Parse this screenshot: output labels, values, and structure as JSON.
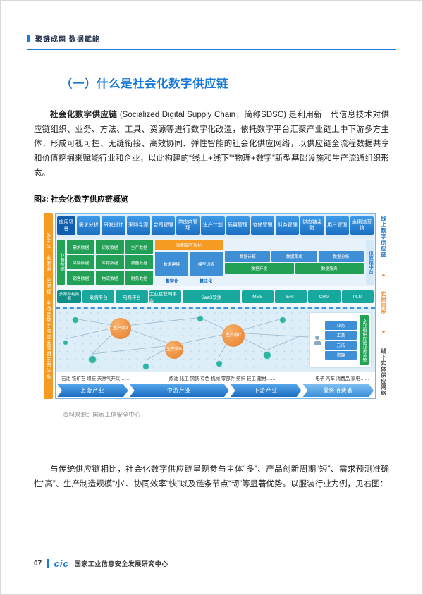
{
  "header": {
    "tagline": "聚链成网 数据赋能"
  },
  "title": "（一）什么是社会化数字供应链",
  "intro": {
    "lead": "社会化数字供应链",
    "text": " (Socialized Digital Supply Chain，简称SDSC) 是利用新一代信息技术对供应链组织、业务、方法、工具、资源等进行数字化改造，依托数字平台汇聚产业链上中下游多方主体，形成可视可控、无缝衔接、高效协同、弹性智能的社会化供应网络，以供应链全流程数据共享和价值挖掘来赋能行业和企业，以此构建的“线上+线下”“物理+数字”新型基础设施和生产流通组织形态。"
  },
  "figure": {
    "caption": "图3: 社会化数字供应链概览",
    "source": "资料来源：国家工信安全中心"
  },
  "closing": "与传统供应链相比，社会化数字供应链呈现参与主体“多”、产品创新周期“短”、需求预测准确性“高”、生产制造规模“小”、协同效率“快”以及链条节点“韧”等显著优势。以服装行业为例，见右图：",
  "footer": {
    "page_number": "07",
    "logo": "cic",
    "org": "国家工业信息安全发展研究中心"
  },
  "diagram": {
    "left_strip": "多主体 全渠道 全流程 全场景数字供应链供销生态体系",
    "app_label": "应用场景",
    "app_items": [
      "需求分析",
      "研发设计",
      "采购寻源",
      "合同管理",
      "供应商管理",
      "生产计划",
      "质量管理",
      "仓储管理",
      "财务管理",
      "供应链金融",
      "用户管理",
      "全渠道营销"
    ],
    "data_label": "业务数据",
    "data_left": [
      "需求数据",
      "研发数据",
      "生产数据",
      "采购数据",
      "库存数据",
      "质量数据",
      "销售数据",
      "物流数据",
      "财务数据"
    ],
    "mid_top": "端到端可视化",
    "mid_boxes": [
      "数据建模",
      "模型训练"
    ],
    "mid_bottom": [
      "数字化",
      "算法化"
    ],
    "right_top": [
      "数据计算",
      "数据集成",
      "数据分析"
    ],
    "right_bottom": [
      "数据开发",
      "数据服务"
    ],
    "mid_right_label": "供应链中台",
    "platform_label": "多源异构数据",
    "platforms": [
      "采购平台",
      "电商平台",
      "工业互联网平台",
      "SaaS软件",
      "MES",
      "ERP",
      "CRM",
      "PLM"
    ],
    "nodes": [
      "生产商A",
      "生产商B",
      "生产商C"
    ],
    "panel_boxes": [
      "业务",
      "工具",
      "方法",
      "资源"
    ],
    "panel_label": "企业级供应链业务系统",
    "industries": {
      "upstream": "石油 铁矿石 煤炭 天然气开采……",
      "midstream": "炼油 化工 钢铁 有色 机械 零部件 纺织 轻工 建材……",
      "downstream": "电子 汽车 消费品 家电……"
    },
    "arrows": [
      "上游产业",
      "中游产业",
      "下游产业",
      "最终消费者"
    ],
    "right_labels": {
      "online": "线上数字供应链",
      "sync": "实时同步",
      "offline": "线下实体供应网络"
    }
  }
}
